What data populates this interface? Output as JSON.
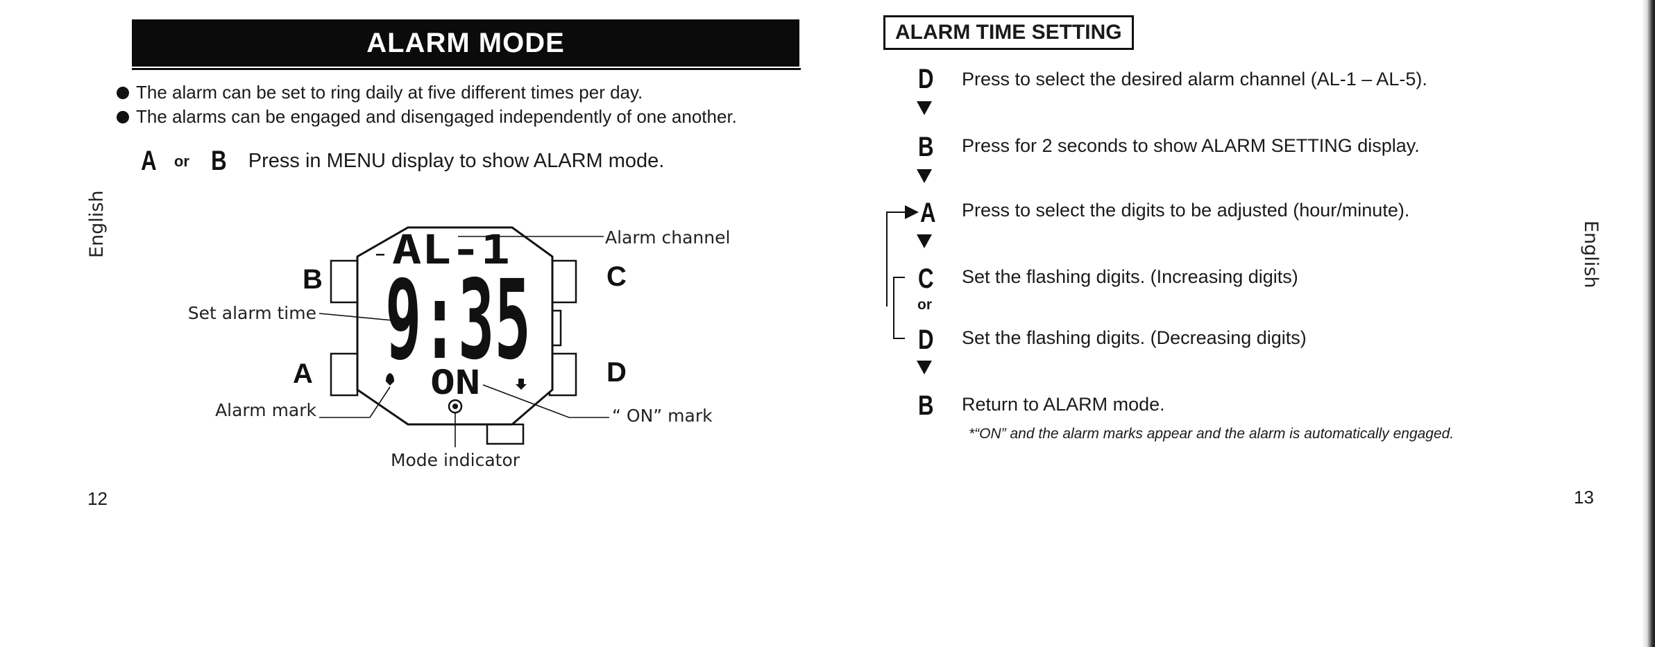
{
  "left_page": {
    "side_label": "English",
    "title": "ALARM MODE",
    "bullets": [
      "The alarm can be set to ring daily at five different times per day.",
      "The alarms can be engaged and disengaged independently of one another."
    ],
    "press_line": {
      "key1": "A",
      "or": "or",
      "key2": "B",
      "text": "Press in MENU display to show ALARM mode."
    },
    "watch": {
      "buttons": {
        "top_left": "B",
        "bottom_left": "A",
        "top_right": "C",
        "bottom_right": "D"
      },
      "display": {
        "channel": "AL-1",
        "time": "9:35",
        "on": "ON"
      },
      "callouts": {
        "alarm_channel": "Alarm channel",
        "set_alarm_time": "Set alarm time",
        "alarm_mark": "Alarm mark",
        "on_mark": "“ ON” mark",
        "mode_indicator": "Mode indicator"
      }
    },
    "page_number": "12"
  },
  "right_page": {
    "side_label": "English",
    "subheader": "ALARM TIME SETTING",
    "steps": [
      {
        "key": "D",
        "text": "Press to select the desired alarm channel (AL-1 – AL-5)."
      },
      {
        "key": "B",
        "text": "Press for 2 seconds to show ALARM SETTING display."
      },
      {
        "key": "A",
        "text": "Press to select the digits to be adjusted (hour/minute)."
      },
      {
        "key": "C",
        "text": "Set the flashing digits. (Increasing digits)"
      },
      {
        "key": "D",
        "text": "Set the flashing digits. (Decreasing digits)"
      },
      {
        "key": "B",
        "text": "Return to ALARM mode."
      }
    ],
    "or": "or",
    "note": "*“ON” and the alarm marks appear and the alarm is automatically engaged.",
    "page_number": "13"
  }
}
